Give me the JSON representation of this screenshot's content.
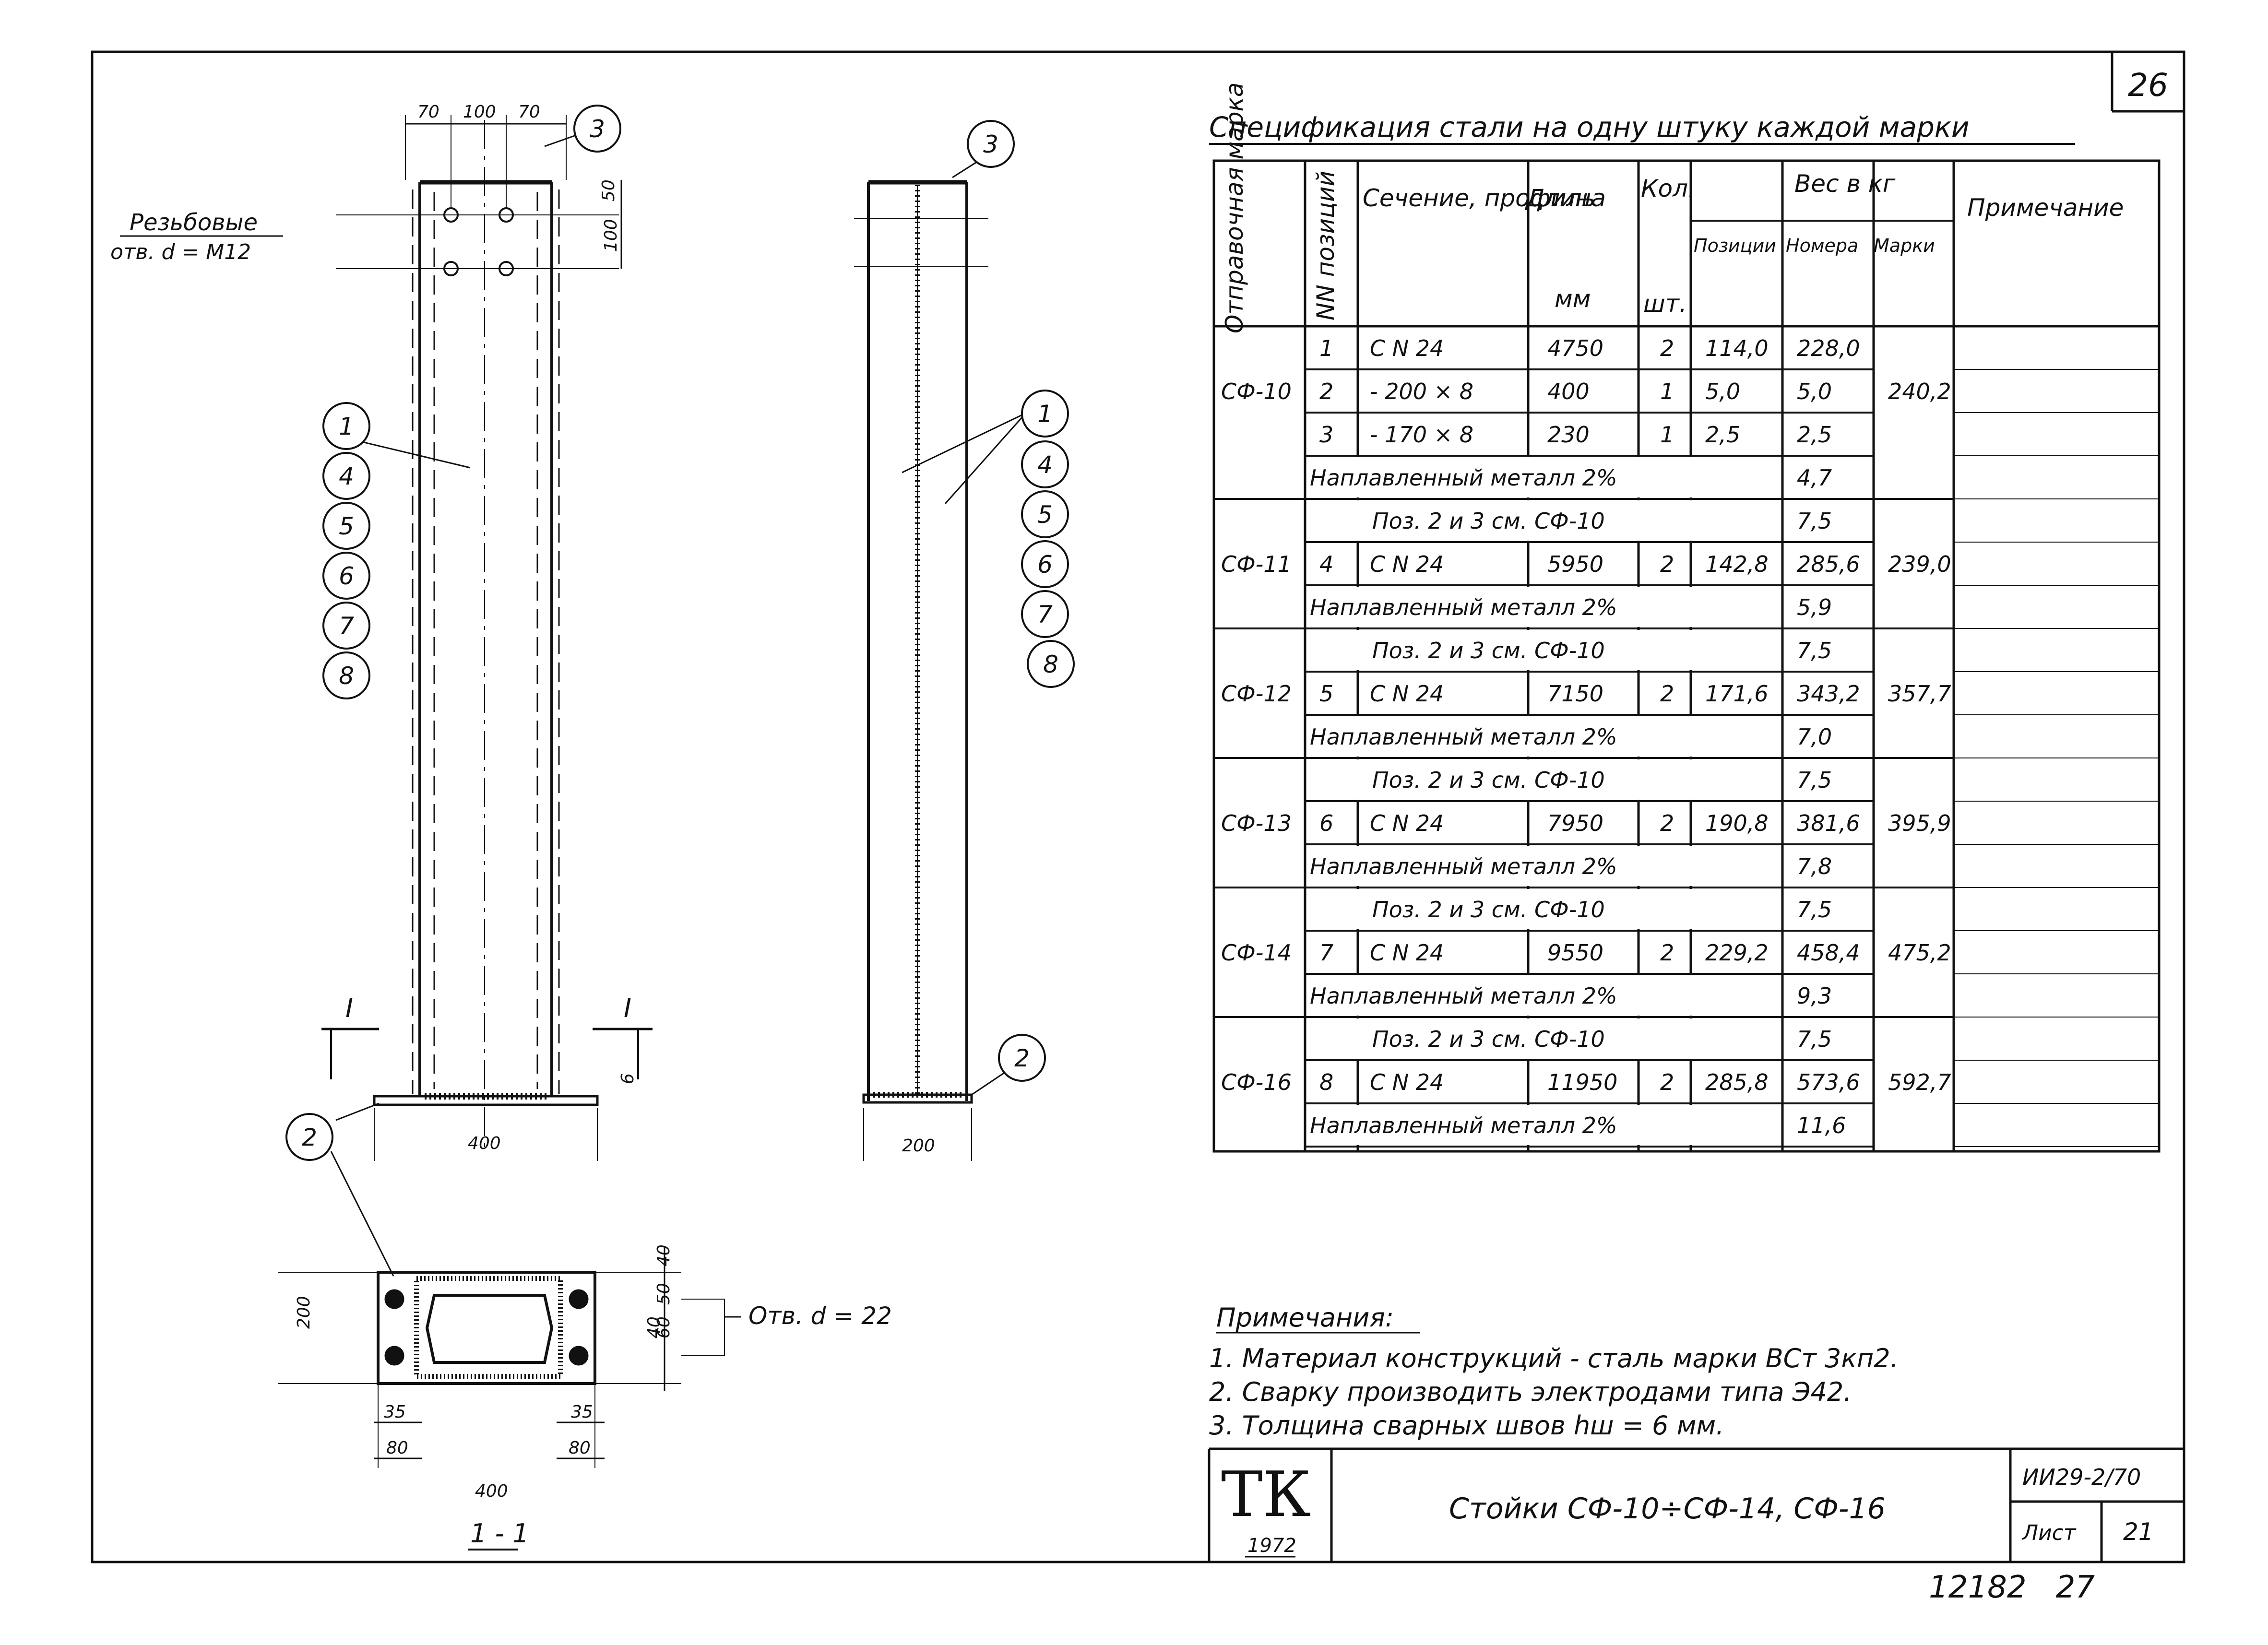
{
  "sheet": {
    "page_number": "26",
    "bottom_numbers": "12182   27",
    "stamp_code": "ТК",
    "year": "1972",
    "doc_title": "Стойки СФ-10÷СФ-14, СФ-16",
    "doc_code": "ИИ29-2/70",
    "sheet_label": "Лист",
    "sheet_number": "21"
  },
  "left_drawing": {
    "thread_label_1": "Резьбовые",
    "thread_label_2": "отв. d = M12",
    "dims_top": [
      "70",
      "100",
      "70"
    ],
    "dim_50": "50",
    "dim_100": "100",
    "dim_6": "6",
    "base_width": "400",
    "section_mark": "I",
    "callouts": [
      "3",
      "1",
      "4",
      "5",
      "6",
      "7",
      "8",
      "2"
    ]
  },
  "side_drawing": {
    "base_width": "200",
    "callouts": [
      "3",
      "1",
      "4",
      "5",
      "6",
      "7",
      "8",
      "2"
    ]
  },
  "section": {
    "label": "1 - 1",
    "hole_label": "Отв. d = 22",
    "dim_200": "200",
    "dim_400": "400",
    "dim_40": "40",
    "dim_50": "50",
    "dim_60": "60",
    "dim_40b": "40",
    "dim_35a": "35",
    "dim_35b": "35",
    "dim_80a": "80",
    "dim_80b": "80"
  },
  "spec": {
    "title": "Спецификация стали на одну штуку каждой марки",
    "headers": {
      "mark": "Отправочная марка",
      "pos": "NN позиций",
      "section": "Сечение, профиль",
      "length": "Длина",
      "length_unit": "мм",
      "qty": "Кол.",
      "qty_unit": "шт.",
      "weight": "Вес в кг",
      "w_pos": "Позиции",
      "w_num": "Номера",
      "w_mark": "Марки",
      "note": "Примечание"
    },
    "rows": [
      {
        "pos": "1",
        "section": "C N 24",
        "length": "4750",
        "qty": "2",
        "w_pos": "114,0",
        "w_num": "228,0"
      },
      {
        "mark": "СФ-10",
        "pos": "2",
        "section": "- 200 × 8",
        "length": "400",
        "qty": "1",
        "w_pos": "5,0",
        "w_num": "5,0",
        "w_mark": "240,2"
      },
      {
        "pos": "3",
        "section": "- 170 × 8",
        "length": "230",
        "qty": "1",
        "w_pos": "2,5",
        "w_num": "2,5"
      },
      {
        "span": "Наплавленный металл 2%",
        "w_num": "4,7"
      },
      {
        "span": "Поз. 2 и 3 см. СФ-10",
        "w_num": "7,5"
      },
      {
        "mark": "СФ-11",
        "pos": "4",
        "section": "C N 24",
        "length": "5950",
        "qty": "2",
        "w_pos": "142,8",
        "w_num": "285,6",
        "w_mark": "239,0"
      },
      {
        "span": "Наплавленный металл 2%",
        "w_num": "5,9"
      },
      {
        "span": "Поз. 2 и 3 см. СФ-10",
        "w_num": "7,5"
      },
      {
        "mark": "СФ-12",
        "pos": "5",
        "section": "C N 24",
        "length": "7150",
        "qty": "2",
        "w_pos": "171,6",
        "w_num": "343,2",
        "w_mark": "357,7"
      },
      {
        "span": "Наплавленный металл 2%",
        "w_num": "7,0"
      },
      {
        "span": "Поз. 2 и 3 см. СФ-10",
        "w_num": "7,5"
      },
      {
        "mark": "СФ-13",
        "pos": "6",
        "section": "C N 24",
        "length": "7950",
        "qty": "2",
        "w_pos": "190,8",
        "w_num": "381,6",
        "w_mark": "395,9"
      },
      {
        "span": "Наплавленный металл 2%",
        "w_num": "7,8"
      },
      {
        "span": "Поз. 2 и 3 см. СФ-10",
        "w_num": "7,5"
      },
      {
        "mark": "СФ-14",
        "pos": "7",
        "section": "C N 24",
        "length": "9550",
        "qty": "2",
        "w_pos": "229,2",
        "w_num": "458,4",
        "w_mark": "475,2"
      },
      {
        "span": "Наплавленный металл 2%",
        "w_num": "9,3"
      },
      {
        "span": "Поз. 2 и 3 см. СФ-10",
        "w_num": "7,5"
      },
      {
        "mark": "СФ-16",
        "pos": "8",
        "section": "C N 24",
        "length": "11950",
        "qty": "2",
        "w_pos": "285,8",
        "w_num": "573,6",
        "w_mark": "592,7"
      },
      {
        "span": "Наплавленный металл 2%",
        "w_num": "11,6"
      }
    ]
  },
  "notes": {
    "title": "Примечания:",
    "items": [
      "1. Материал конструкций - сталь марки ВСт 3кп2.",
      "2. Сварку производить электродами типа Э42.",
      "3. Толщина сварных швов hш = 6 мм."
    ]
  }
}
